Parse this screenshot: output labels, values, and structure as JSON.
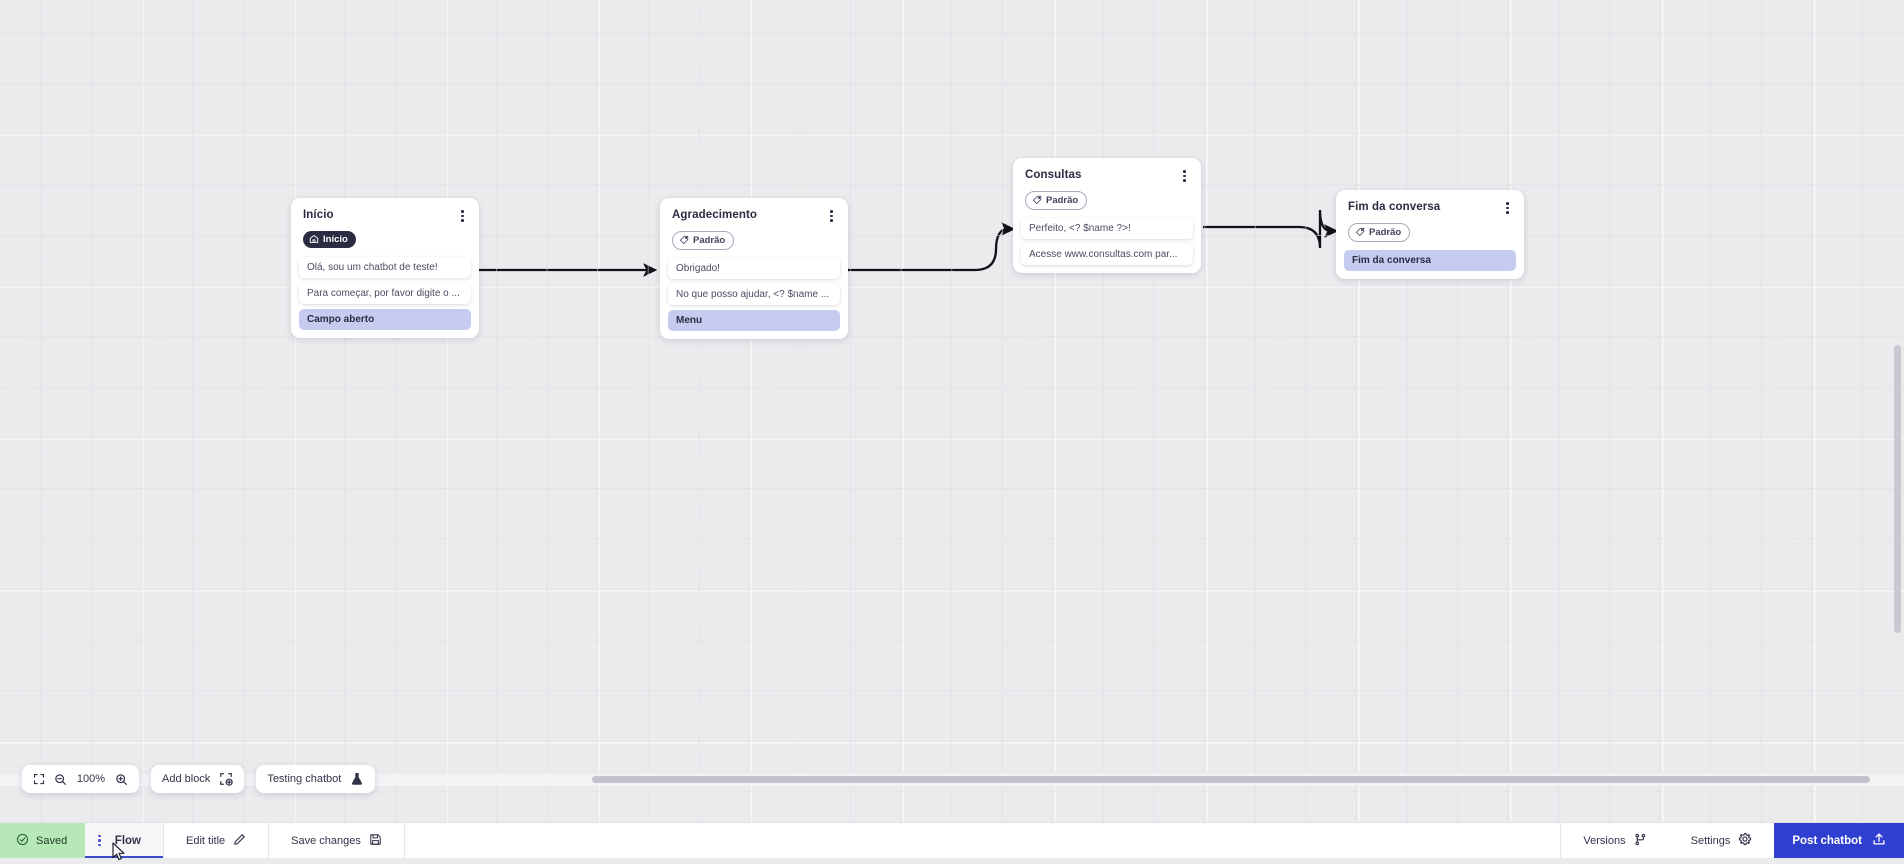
{
  "app": {
    "canvas_label": "flow-canvas",
    "grid": true,
    "background_color": "#ebebee",
    "accent_color": "#2f3fd0",
    "action_row_color": "#c6cbf0",
    "saved_color": "#b6e8b8"
  },
  "nodes": [
    {
      "id": "inicio",
      "title": "Início",
      "badge": {
        "label": "Início",
        "icon": "home-icon",
        "style": "start"
      },
      "rows": [
        {
          "text": "Olá, sou um chatbot de teste!",
          "type": "message"
        },
        {
          "text": "Para começar, por favor digite o ...",
          "type": "message"
        },
        {
          "text": "Campo aberto",
          "type": "action"
        }
      ]
    },
    {
      "id": "agradecimento",
      "title": "Agradecimento",
      "badge": {
        "label": "Padrão",
        "icon": "tag-icon",
        "style": "default"
      },
      "rows": [
        {
          "text": "Obrigado!",
          "type": "message"
        },
        {
          "text": "No que posso ajudar, <? $name ...",
          "type": "message"
        },
        {
          "text": "Menu",
          "type": "action"
        }
      ]
    },
    {
      "id": "consultas",
      "title": "Consultas",
      "badge": {
        "label": "Padrão",
        "icon": "tag-icon",
        "style": "default"
      },
      "rows": [
        {
          "text": "Perfeito, <? $name ?>!",
          "type": "message"
        },
        {
          "text": "Acesse www.consultas.com par...",
          "type": "message"
        }
      ]
    },
    {
      "id": "fim",
      "title": "Fim da conversa",
      "badge": {
        "label": "Padrão",
        "icon": "tag-icon",
        "style": "default"
      },
      "rows": [
        {
          "text": "Fim da conversa",
          "type": "action"
        }
      ]
    }
  ],
  "toolbar": {
    "fit_icon": "fit-screen-icon",
    "zoom_out_icon": "zoom-out-icon",
    "zoom_level": "100%",
    "zoom_in_icon": "zoom-in-icon",
    "add_block_label": "Add block",
    "add_block_icon": "add-block-icon",
    "testing_label": "Testing chatbot",
    "testing_icon": "flask-icon"
  },
  "bottombar": {
    "saved_label": "Saved",
    "saved_icon": "check-circle-icon",
    "flow_tab_label": "Flow",
    "flow_tab_menu_icon": "vertical-dots-icon",
    "edit_title_label": "Edit title",
    "edit_title_icon": "pencil-icon",
    "save_changes_label": "Save changes",
    "save_changes_icon": "floppy-disk-icon",
    "versions_label": "Versions",
    "versions_icon": "branch-icon",
    "settings_label": "Settings",
    "settings_icon": "gear-icon",
    "post_label": "Post chatbot",
    "post_icon": "upload-icon"
  }
}
